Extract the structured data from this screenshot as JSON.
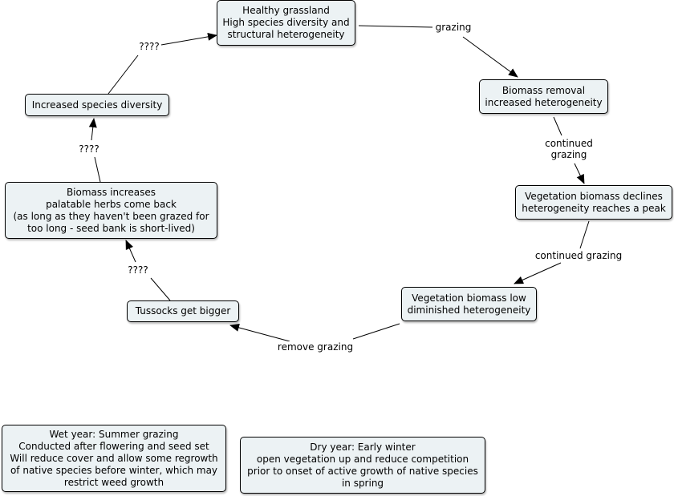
{
  "nodes": {
    "healthy": [
      "Healthy grassland",
      "High species diversity and",
      "structural heterogeneity"
    ],
    "biomass_removal": [
      "Biomass removal",
      "increased heterogeneity"
    ],
    "veg_declines": [
      "Vegetation biomass declines",
      "heterogeneity reaches a peak"
    ],
    "veg_low": [
      "Vegetation biomass low",
      "diminished heterogeneity"
    ],
    "tussocks": [
      "Tussocks get bigger"
    ],
    "biomass_increases": [
      "Biomass increases",
      "palatable herbs come back",
      "(as long as they haven't been grazed for",
      "too long - seed bank is short-lived)"
    ],
    "species_diversity": [
      "Increased species diversity"
    ],
    "wet_year": [
      "Wet year: Summer grazing",
      "Conducted after flowering and seed set",
      "Will reduce cover and allow some regrowth",
      "of native species before winter, which may",
      "restrict weed growth"
    ],
    "dry_year": [
      "Dry year: Early winter",
      "open vegetation up and reduce competition",
      "prior to onset of active growth of native species",
      "in spring"
    ]
  },
  "links": {
    "grazing": [
      "grazing"
    ],
    "continued_grazing_1": [
      "continued",
      "grazing"
    ],
    "continued_grazing_2": [
      "continued grazing"
    ],
    "remove_grazing": [
      "remove grazing"
    ],
    "unknown_1": [
      "????"
    ],
    "unknown_2": [
      "????"
    ],
    "unknown_3": [
      "????"
    ]
  },
  "colors": {
    "node_fill": "#ecf2f4",
    "border": "#000000",
    "line": "#000000",
    "background": "#ffffff"
  }
}
